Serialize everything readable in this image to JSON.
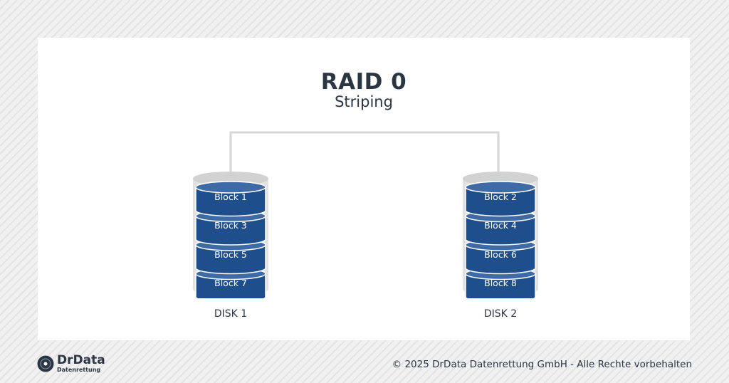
{
  "diagram": {
    "title": "RAID 0",
    "subtitle": "Striping",
    "disks": [
      {
        "label": "DISK 1",
        "blocks": [
          "Block 1",
          "Block 3",
          "Block 5",
          "Block 7"
        ]
      },
      {
        "label": "DISK 2",
        "blocks": [
          "Block 2",
          "Block 4",
          "Block 6",
          "Block 8"
        ]
      }
    ]
  },
  "colors": {
    "block_fill": "#1f4e8c",
    "block_top": "#3e6aa5",
    "disk_casing": "#e2e2e2",
    "connector": "#d6d6d6",
    "text_dark": "#2b3645"
  },
  "footer": {
    "logo_name": "DrData",
    "logo_tagline": "Datenrettung",
    "logo_icon": "disk-logo-icon",
    "copyright": "© 2025 DrData Datenrettung GmbH - Alle Rechte vorbehalten"
  }
}
